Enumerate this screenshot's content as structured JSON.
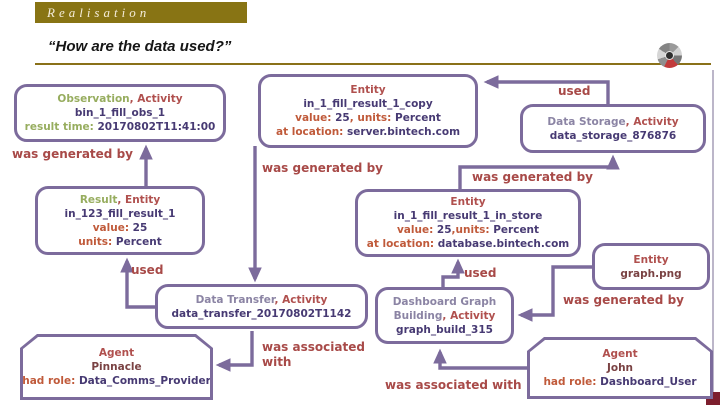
{
  "slide": {
    "title": "Realisation",
    "heading": "“How are the data used?”"
  },
  "colors": {
    "title_bar": "#887414",
    "box_border": "#7c6b9c",
    "type_label": "#b0504e",
    "observable_green": "#97ad5f",
    "activity_gray": "#8b84a4",
    "identifier_purple": "#473a73",
    "property_key_orange": "#c05a3a",
    "edge_label_red": "#a84a48",
    "corner_block_red": "#7d1f2e"
  },
  "icons": {
    "logo": "pinwheel-logo"
  },
  "labels": {
    "wgb_obs": "was generated by",
    "wgb_transfer": "was generated by",
    "wgb_storage": "was generated by",
    "wgb_build": "was generated by",
    "used_storage": "used",
    "used_transfer": "used",
    "used_build": "used",
    "assoc_transfer": "was associated with",
    "assoc_build": "was associated with"
  },
  "nodes": {
    "observation": {
      "lines": [
        [
          {
            "t": "Observation",
            "c": "green"
          },
          {
            "t": ", ",
            "c": "type"
          },
          {
            "t": "Activity",
            "c": "type"
          }
        ],
        [
          {
            "t": "bin_1_fill_obs_1",
            "c": "id"
          }
        ],
        [
          {
            "t": "result time: ",
            "c": "green"
          },
          {
            "t": "20170802T11:41:00",
            "c": "id"
          }
        ]
      ]
    },
    "copy": {
      "lines": [
        [
          {
            "t": "Entity",
            "c": "type"
          }
        ],
        [
          {
            "t": "in_1_fill_result_1_copy",
            "c": "id"
          }
        ],
        [
          {
            "t": "value: ",
            "c": "key"
          },
          {
            "t": "25",
            "c": "id"
          },
          {
            "t": ", ",
            "c": "key"
          },
          {
            "t": "units: ",
            "c": "key"
          },
          {
            "t": "Percent",
            "c": "id"
          }
        ],
        [
          {
            "t": "at location: ",
            "c": "key"
          },
          {
            "t": "server.bintech.com",
            "c": "id"
          }
        ]
      ]
    },
    "storage": {
      "lines": [
        [
          {
            "t": "Data Storage",
            "c": "gray"
          },
          {
            "t": ", ",
            "c": "type"
          },
          {
            "t": "Activity",
            "c": "type"
          }
        ],
        [
          {
            "t": "data_storage_876876",
            "c": "id"
          }
        ]
      ]
    },
    "result": {
      "lines": [
        [
          {
            "t": "Result",
            "c": "green"
          },
          {
            "t": ", ",
            "c": "type"
          },
          {
            "t": "Entity",
            "c": "type"
          }
        ],
        [
          {
            "t": "in_123_fill_result_1",
            "c": "id"
          }
        ],
        [
          {
            "t": "value: ",
            "c": "key"
          },
          {
            "t": "25",
            "c": "id"
          }
        ],
        [
          {
            "t": "units: ",
            "c": "key"
          },
          {
            "t": "Percent",
            "c": "id"
          }
        ]
      ]
    },
    "instore": {
      "lines": [
        [
          {
            "t": "Entity",
            "c": "type"
          }
        ],
        [
          {
            "t": "in_1_fill_result_1_in_store",
            "c": "id"
          }
        ],
        [
          {
            "t": "value: ",
            "c": "key"
          },
          {
            "t": "25",
            "c": "id"
          },
          {
            "t": ",units: ",
            "c": "key"
          },
          {
            "t": "Percent",
            "c": "id"
          }
        ],
        [
          {
            "t": "at location: ",
            "c": "key"
          },
          {
            "t": "database.bintech.com",
            "c": "id"
          }
        ]
      ]
    },
    "graphpng": {
      "lines": [
        [
          {
            "t": "Entity",
            "c": "type"
          }
        ],
        [
          {
            "t": "graph.png",
            "c": "name"
          }
        ]
      ]
    },
    "transfer": {
      "lines": [
        [
          {
            "t": "Data Transfer",
            "c": "gray"
          },
          {
            "t": ", ",
            "c": "type"
          },
          {
            "t": "Activity",
            "c": "type"
          }
        ],
        [
          {
            "t": "data_transfer_20170802T1142",
            "c": "id"
          }
        ]
      ]
    },
    "dashboard": {
      "lines": [
        [
          {
            "t": "Dashboard Graph Building",
            "c": "gray"
          },
          {
            "t": ", ",
            "c": "type"
          },
          {
            "t": "Activity",
            "c": "type"
          }
        ],
        [
          {
            "t": "graph_build_315",
            "c": "id"
          }
        ]
      ]
    },
    "pinnacle": {
      "lines": [
        [
          {
            "t": "Agent",
            "c": "type"
          }
        ],
        [
          {
            "t": "Pinnacle",
            "c": "name"
          }
        ],
        [
          {
            "t": "had role: ",
            "c": "key"
          },
          {
            "t": "Data_Comms_Provider",
            "c": "id"
          }
        ]
      ]
    },
    "john": {
      "lines": [
        [
          {
            "t": "Agent",
            "c": "type"
          }
        ],
        [
          {
            "t": "John",
            "c": "name"
          }
        ],
        [
          {
            "t": "had role: ",
            "c": "key"
          },
          {
            "t": "Dashboard_User",
            "c": "id"
          }
        ]
      ]
    }
  }
}
